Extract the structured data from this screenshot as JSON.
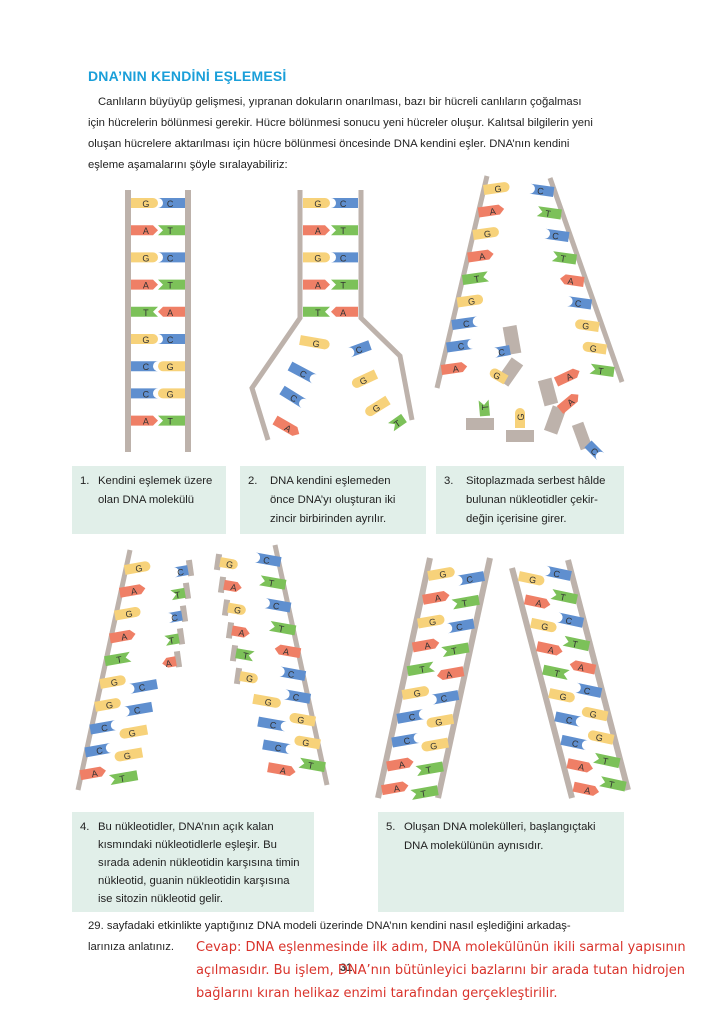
{
  "page": {
    "title": "DNA’NIN KENDİNİ EŞLEMESİ",
    "intro_lines": [
      "Canlıların büyüyüp gelişmesi, yıpranan dokuların onarılması, bazı bir hücreli canlıların çoğalması",
      "için hücrelerin bölünmesi gerekir. Hücre bölünmesi sonucu yeni hücreler oluşur. Kalıtsal bilgilerin yeni",
      "oluşan hücrelere aktarılması için hücre bölünmesi öncesinde DNA kendini eşler. DNA’nın kendini",
      "eşleme aşamalarını şöyle sıralayabiliriz:"
    ],
    "steps": [
      {
        "num": "1.",
        "lines": [
          "Kendini eşlemek üzere",
          "olan DNA molekülü"
        ]
      },
      {
        "num": "2.",
        "lines": [
          "DNA kendini eşlemeden",
          "önce DNA’yı oluşturan iki",
          "zincir birbirinden ayrılır."
        ]
      },
      {
        "num": "3.",
        "lines": [
          "Sitoplazmada serbest hâlde",
          "bulunan nükleotidler çekir-",
          "değin içerisine girer."
        ]
      },
      {
        "num": "4.",
        "lines": [
          "Bu nükleotidler, DNA’nın açık kalan",
          "kısmındaki nükleotidlerle eşleşir. Bu",
          "sırada adenin nükleotidin karşısına timin",
          "nükleotid, guanin nükleotidin karşısına",
          "ise sitozin nükleotid gelir."
        ]
      },
      {
        "num": "5.",
        "lines": [
          "Oluşan DNA molekülleri, başlangıçtaki",
          "DNA molekülünün aynısıdır."
        ]
      }
    ],
    "footer_lines": [
      "29. sayfadaki etkinlikte yaptığınız DNA modeli üzerinde DNA’nın kendini nasıl eşlediğini arkadaş-",
      "larınıza anlatınız."
    ],
    "page_number": "31",
    "answer_lines": [
      "Cevap: DNA eşlenmesinde ilk adım, DNA molekülünün ikili sarmal yapısının",
      "açılmasıdır. Bu işlem, DNA’nın bütünleyici bazlarını bir arada tutan hidrojen",
      "bağlarını kıran helikaz enzimi tarafından gerçekleştirilir."
    ],
    "colors": {
      "title": "#1a9fd9",
      "box_bg": "#e1efe9",
      "strand": "#bdb2ab",
      "base_A": "#ef7f66",
      "base_T": "#7cc159",
      "base_G": "#f7d27a",
      "base_C": "#5f8fcf",
      "answer": "#d9332b"
    },
    "base_letters": {
      "A": "A",
      "T": "T",
      "G": "G",
      "C": "C"
    }
  }
}
